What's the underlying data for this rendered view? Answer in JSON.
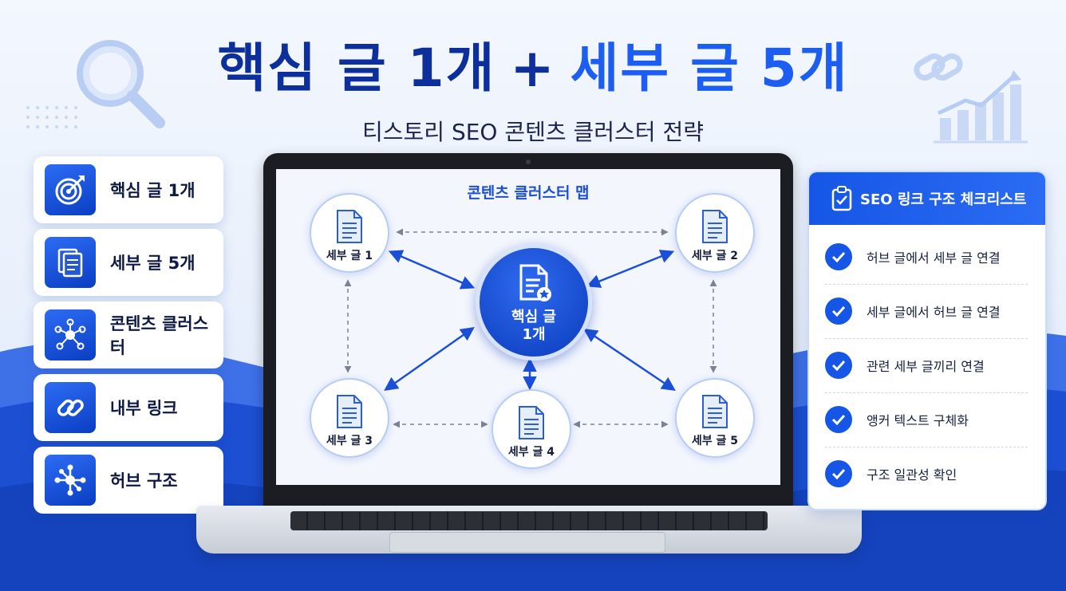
{
  "title": {
    "part1": "핵심 글 1개",
    "plus": "+",
    "part2": "세부 글 5개"
  },
  "subtitle": "티스토리 SEO 콘텐츠 클러스터 전략",
  "left_cards": [
    {
      "label": "핵심 글 1개",
      "icon": "target-icon"
    },
    {
      "label": "세부 글 5개",
      "icon": "documents-icon"
    },
    {
      "label": "콘텐츠 클러스터",
      "icon": "cluster-icon"
    },
    {
      "label": "내부 링크",
      "icon": "link-icon"
    },
    {
      "label": "허브 구조",
      "icon": "hub-icon"
    }
  ],
  "cluster_map": {
    "title": "콘텐츠 클러스터 맵",
    "hub": {
      "line1": "핵심 글",
      "line2": "1개"
    },
    "nodes": [
      "세부 글 1",
      "세부 글 2",
      "세부 글 3",
      "세부 글 4",
      "세부 글 5"
    ]
  },
  "checklist": {
    "title": "SEO 링크 구조 체크리스트",
    "items": [
      "허브 글에서 세부 글 연결",
      "세부 글에서 허브 글 연결",
      "관련 세부 글끼리 연결",
      "앵커 텍스트 구체화",
      "구조 일관성 확인"
    ]
  },
  "colors": {
    "primary": "#1656e6",
    "navy": "#0d2f9c",
    "accent": "#1d5ef2"
  }
}
